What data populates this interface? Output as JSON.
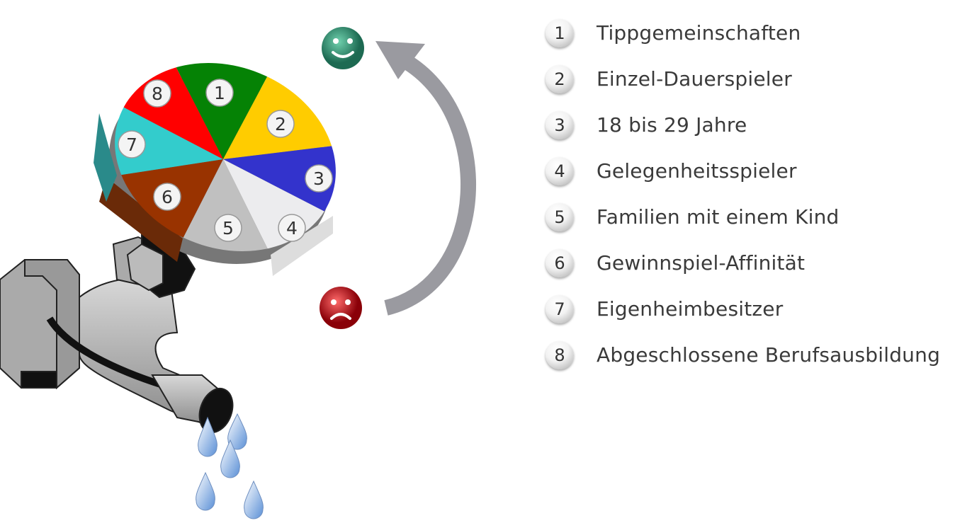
{
  "segments": [
    {
      "number": "1",
      "label": "Tippgemeinschaften",
      "color": "#058205"
    },
    {
      "number": "2",
      "label": "Einzel-Dauerspieler",
      "color": "#ffcc00"
    },
    {
      "number": "3",
      "label": "18 bis 29 Jahre",
      "color": "#3333cc"
    },
    {
      "number": "4",
      "label": "Gelegenheitsspieler",
      "color": "#ececee"
    },
    {
      "number": "5",
      "label": "Familien mit einem Kind",
      "color": "#c0c0c0"
    },
    {
      "number": "6",
      "label": "Gewinnspiel-Affinität",
      "color": "#993300"
    },
    {
      "number": "7",
      "label": "Eigenheimbesitzer",
      "color": "#33cccc"
    },
    {
      "number": "8",
      "label": "Abgeschlossene Berufsausbildung",
      "color": "#ff0000"
    }
  ],
  "indicators": {
    "top": "happy-face",
    "bottom": "sad-face",
    "happy_color": "#2e8b6e",
    "sad_color": "#c0141a"
  }
}
